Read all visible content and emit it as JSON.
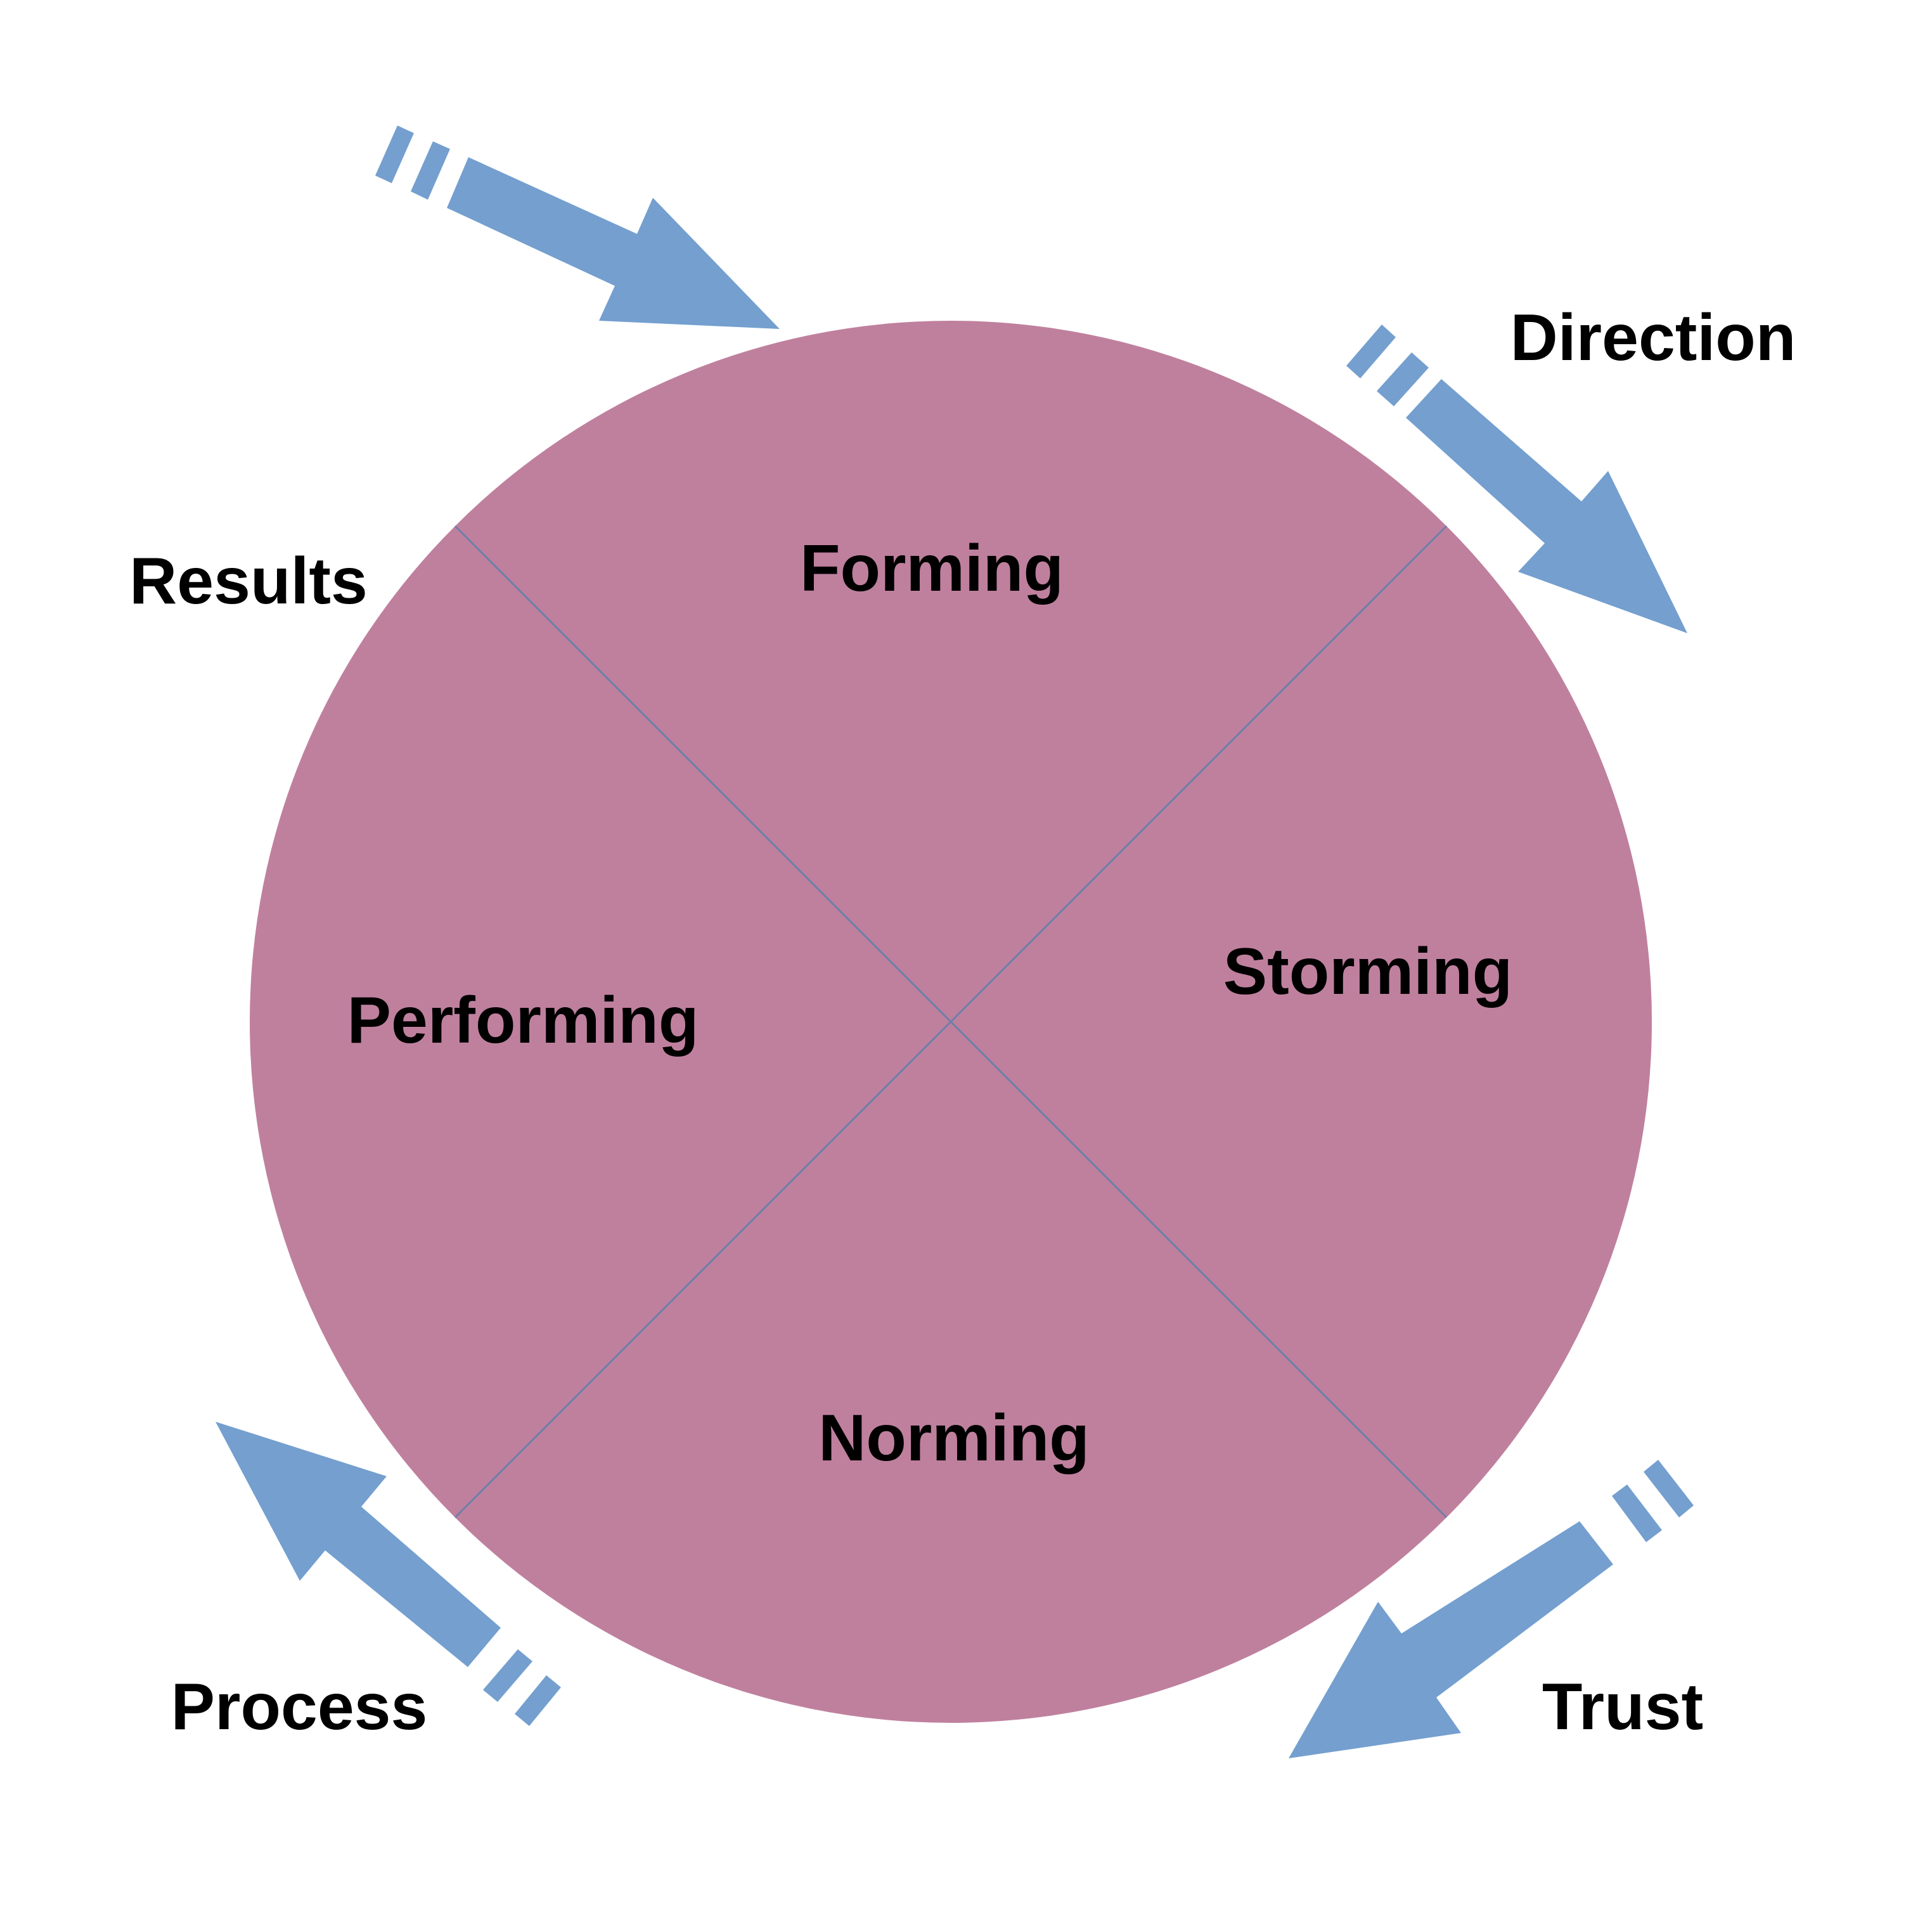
{
  "colors": {
    "circle_fill": "#bf809e",
    "divider": "#6f7fa8",
    "arrow": "#749fcf",
    "text": "#000000"
  },
  "stages": {
    "top": "Forming",
    "right": "Storming",
    "bottom": "Norming",
    "left": "Performing"
  },
  "outer_labels": {
    "top_right": "Direction",
    "bottom_right": "Trust",
    "bottom_left": "Process",
    "top_left": "Results"
  },
  "arrows": [
    {
      "name": "arrow-results-to-forming",
      "direction": "clockwise"
    },
    {
      "name": "arrow-direction-forming-to-storming",
      "direction": "clockwise"
    },
    {
      "name": "arrow-trust-storming-to-norming",
      "direction": "clockwise"
    },
    {
      "name": "arrow-process-norming-to-performing",
      "direction": "clockwise"
    }
  ]
}
